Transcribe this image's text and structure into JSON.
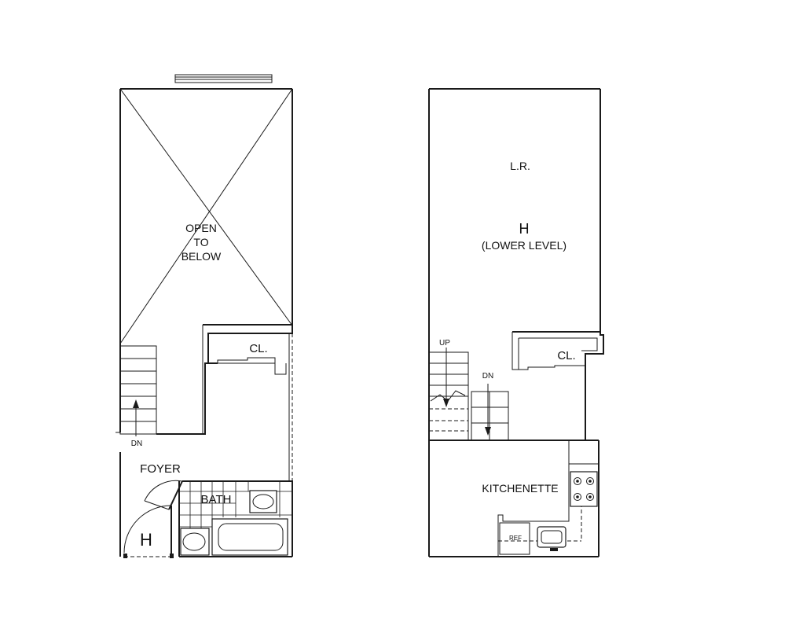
{
  "upper_level": {
    "open_line1": "OPEN",
    "open_line2": "TO",
    "open_line3": "BELOW",
    "closet": "CL.",
    "stair_label": "DN",
    "foyer": "FOYER",
    "bath": "BATH",
    "entry_mark": "H"
  },
  "lower_level": {
    "living_room": "L.R.",
    "mark": "H",
    "level_note": "(LOWER LEVEL)",
    "closet": "CL.",
    "stair_up": "UP",
    "stair_down": "DN",
    "kitchenette": "KITCHENETTE",
    "fridge": "REF"
  }
}
